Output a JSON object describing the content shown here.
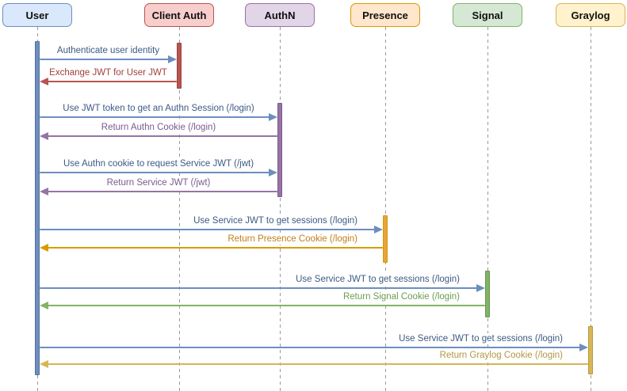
{
  "actors": [
    {
      "id": "user",
      "label": "User",
      "fill": "#dae8fc",
      "stroke": "#6c8ebf",
      "bar_fill": "#6c8ebf",
      "bar_stroke": "#56729c"
    },
    {
      "id": "client-auth",
      "label": "Client Auth",
      "fill": "#f8cecc",
      "stroke": "#b85450",
      "bar_fill": "#b85450",
      "bar_stroke": "#9a4340"
    },
    {
      "id": "authn",
      "label": "AuthN",
      "fill": "#e1d5e7",
      "stroke": "#9673a6",
      "bar_fill": "#9673a6",
      "bar_stroke": "#7a5c89"
    },
    {
      "id": "presence",
      "label": "Presence",
      "fill": "#ffe6cc",
      "stroke": "#d79b00",
      "bar_fill": "#e8a33d",
      "bar_stroke": "#d79b00"
    },
    {
      "id": "signal",
      "label": "Signal",
      "fill": "#d5e8d4",
      "stroke": "#82b366",
      "bar_fill": "#82b366",
      "bar_stroke": "#6a9551"
    },
    {
      "id": "graylog",
      "label": "Graylog",
      "fill": "#fff2cc",
      "stroke": "#d6b656",
      "bar_fill": "#d6b656",
      "bar_stroke": "#b89a3e"
    }
  ],
  "messages": [
    {
      "label": "Authenticate user identity",
      "from": "user",
      "to": "client-auth",
      "color": "#6c8ebf",
      "text_color": "#3c5a84"
    },
    {
      "label": "Exchange JWT for User JWT",
      "from": "client-auth",
      "to": "user",
      "color": "#b85450",
      "text_color": "#a23f3b"
    },
    {
      "label": "Use JWT token to get an Authn Session (/login)",
      "from": "user",
      "to": "authn",
      "color": "#6c8ebf",
      "text_color": "#3c5a84"
    },
    {
      "label": "Return Authn Cookie (/login)",
      "from": "authn",
      "to": "user",
      "color": "#9673a6",
      "text_color": "#7a5a90"
    },
    {
      "label": "Use Authn cookie to request Service JWT (/jwt)",
      "from": "user",
      "to": "authn",
      "color": "#6c8ebf",
      "text_color": "#3c5a84"
    },
    {
      "label": "Return Service JWT (/jwt)",
      "from": "authn",
      "to": "user",
      "color": "#9673a6",
      "text_color": "#7a5a90"
    },
    {
      "label": "Use Service JWT to get sessions (/login)",
      "from": "user",
      "to": "presence",
      "color": "#6c8ebf",
      "text_color": "#3c5a84"
    },
    {
      "label": "Return Presence Cookie (/login)",
      "from": "presence",
      "to": "user",
      "color": "#d79b00",
      "text_color": "#c08019"
    },
    {
      "label": "Use Service JWT to get sessions (/login)",
      "from": "user",
      "to": "signal",
      "color": "#6c8ebf",
      "text_color": "#3c5a84"
    },
    {
      "label": "Return Signal Cookie (/login)",
      "from": "signal",
      "to": "user",
      "color": "#82b366",
      "text_color": "#6d9d50"
    },
    {
      "label": "Use Service JWT to get sessions (/login)",
      "from": "user",
      "to": "graylog",
      "color": "#6c8ebf",
      "text_color": "#3c5a84"
    },
    {
      "label": "Return Graylog Cookie (/login)",
      "from": "graylog",
      "to": "user",
      "color": "#d6b656",
      "text_color": "#b09745"
    }
  ],
  "lifeline_color": "#9a9a9a"
}
